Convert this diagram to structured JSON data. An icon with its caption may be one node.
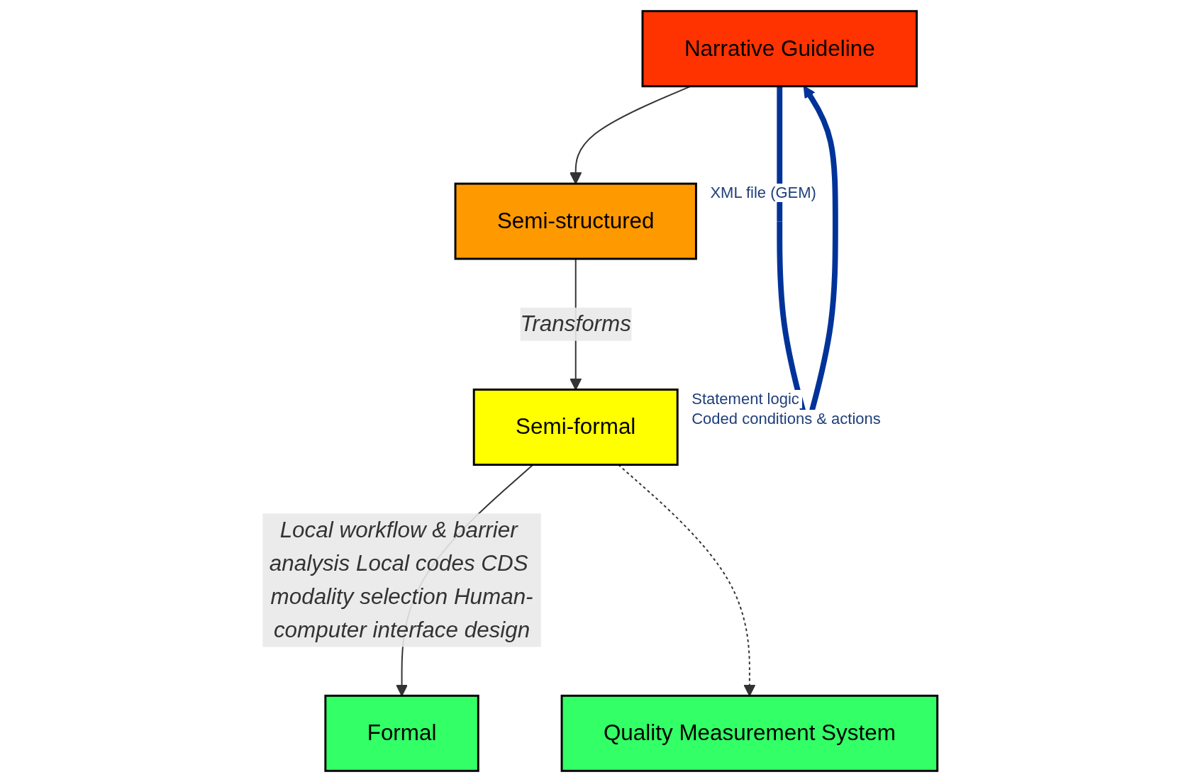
{
  "diagram": {
    "nodes": [
      {
        "text": [
          "Narrative Guideline"
        ]
      },
      {
        "text": [
          "Semi-structured"
        ],
        "beside": [
          "XML file (GEM)"
        ]
      },
      {
        "text": [
          "Semi-formal"
        ],
        "beside": [
          "Statement logic",
          "Coded conditions & actions"
        ]
      },
      {
        "text": [
          "Formal"
        ]
      },
      {
        "text": [
          "Quality Measurement System"
        ]
      }
    ],
    "edges": [
      {
        "from": 0,
        "to": 0,
        "arrow": "to",
        "style": "thick",
        "color": "#003399"
      },
      {
        "from": 0,
        "to": 1,
        "arrow": "to"
      },
      {
        "from": 1,
        "to": 2,
        "arrow": "to",
        "label": "Transforms"
      },
      {
        "from": 2,
        "to": 3,
        "arrow": "to",
        "label": "Local workflow & barrier analysis Local codes CDS modality selection Human-computer interface design"
      },
      {
        "from": 2,
        "to": 4,
        "arrow": "to",
        "style": "dashed"
      }
    ]
  }
}
